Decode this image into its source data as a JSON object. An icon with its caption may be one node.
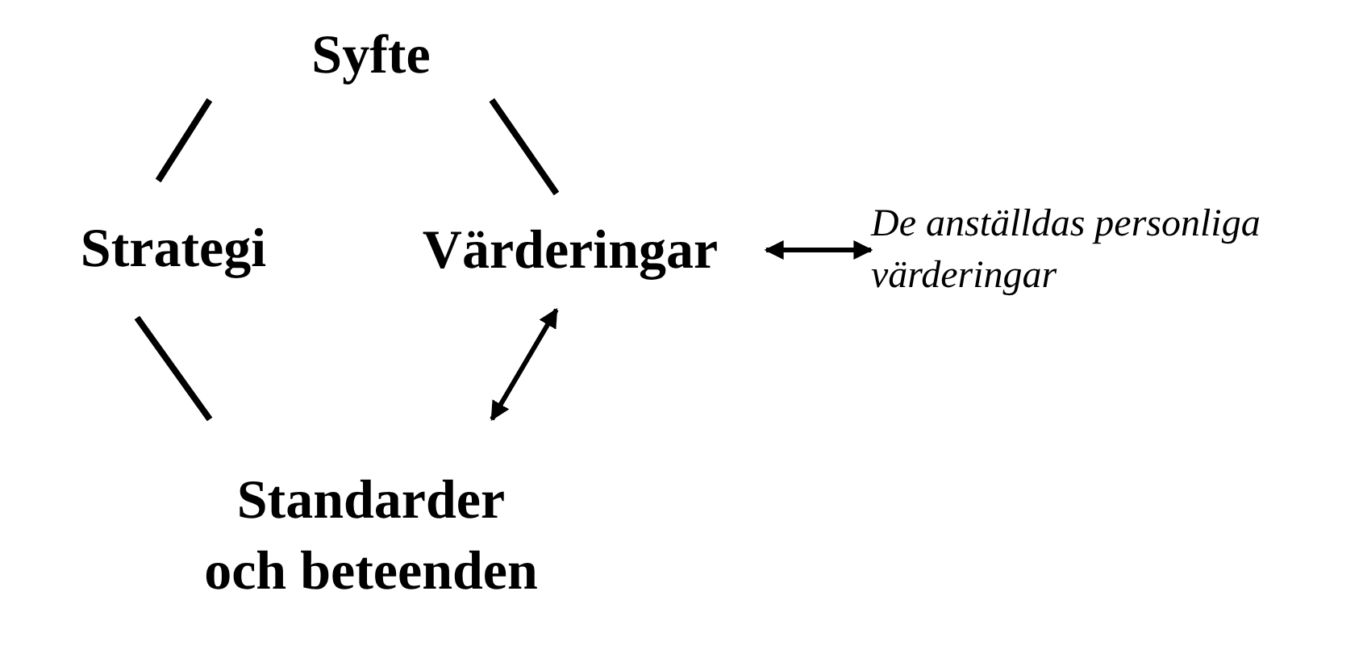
{
  "diagram": {
    "nodes": [
      {
        "text": [
          "Syfte"
        ]
      },
      {
        "text": [
          "Strategi"
        ]
      },
      {
        "text": [
          "Värderingar"
        ]
      },
      {
        "text": [
          "Standarder och beteenden"
        ]
      },
      {
        "text": [
          "De anställdas personliga värderingar"
        ]
      }
    ],
    "edges": [
      {
        "from": 0,
        "to": 1,
        "arrow": "none"
      },
      {
        "from": 0,
        "to": 2,
        "arrow": "none"
      },
      {
        "from": 1,
        "to": 3,
        "arrow": "none"
      },
      {
        "from": 2,
        "to": 3,
        "arrow": "both"
      },
      {
        "from": 2,
        "to": 4,
        "arrow": "both"
      }
    ]
  }
}
